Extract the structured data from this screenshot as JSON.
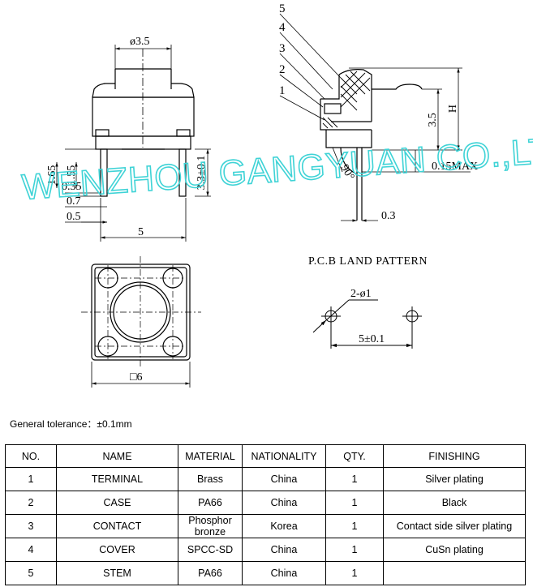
{
  "watermark": "WENZHOU GANGYUAN CO.,LTD",
  "pcb_title": "P.C.B LAND PATTERN",
  "dims": {
    "phi35": "ø3.5",
    "d165": "1.65",
    "d155": "1.55",
    "d035": "0.35",
    "d07": "0.7",
    "d05": "0.5",
    "d5": "5",
    "d33": "3.3±0.1",
    "d35": "3.5",
    "dH": "H",
    "d015": "0.15MAX",
    "d03": "0.3",
    "d90": "90°",
    "sq6": "□6",
    "holes": "2-ø1",
    "pitch": "5±0.1"
  },
  "part_labels": [
    "1",
    "2",
    "3",
    "4",
    "5"
  ],
  "tolerance": "General tolerance：±0.1mm",
  "table": {
    "headers": [
      "NO.",
      "NAME",
      "MATERIAL",
      "NATIONALITY",
      "QTY.",
      "FINISHING"
    ],
    "rows": [
      {
        "no": "1",
        "name": "TERMINAL",
        "material": "Brass",
        "nationality": "China",
        "qty": "1",
        "finishing": "Silver plating"
      },
      {
        "no": "2",
        "name": "CASE",
        "material": "PA66",
        "nationality": "China",
        "qty": "1",
        "finishing": "Black"
      },
      {
        "no": "3",
        "name": "CONTACT",
        "material": "Phosphor bronze",
        "nationality": "Korea",
        "qty": "1",
        "finishing": "Contact side silver plating"
      },
      {
        "no": "4",
        "name": "COVER",
        "material": "SPCC-SD",
        "nationality": "China",
        "qty": "1",
        "finishing": "CuSn plating"
      },
      {
        "no": "5",
        "name": "STEM",
        "material": "PA66",
        "nationality": "China",
        "qty": "1",
        "finishing": ""
      }
    ]
  }
}
